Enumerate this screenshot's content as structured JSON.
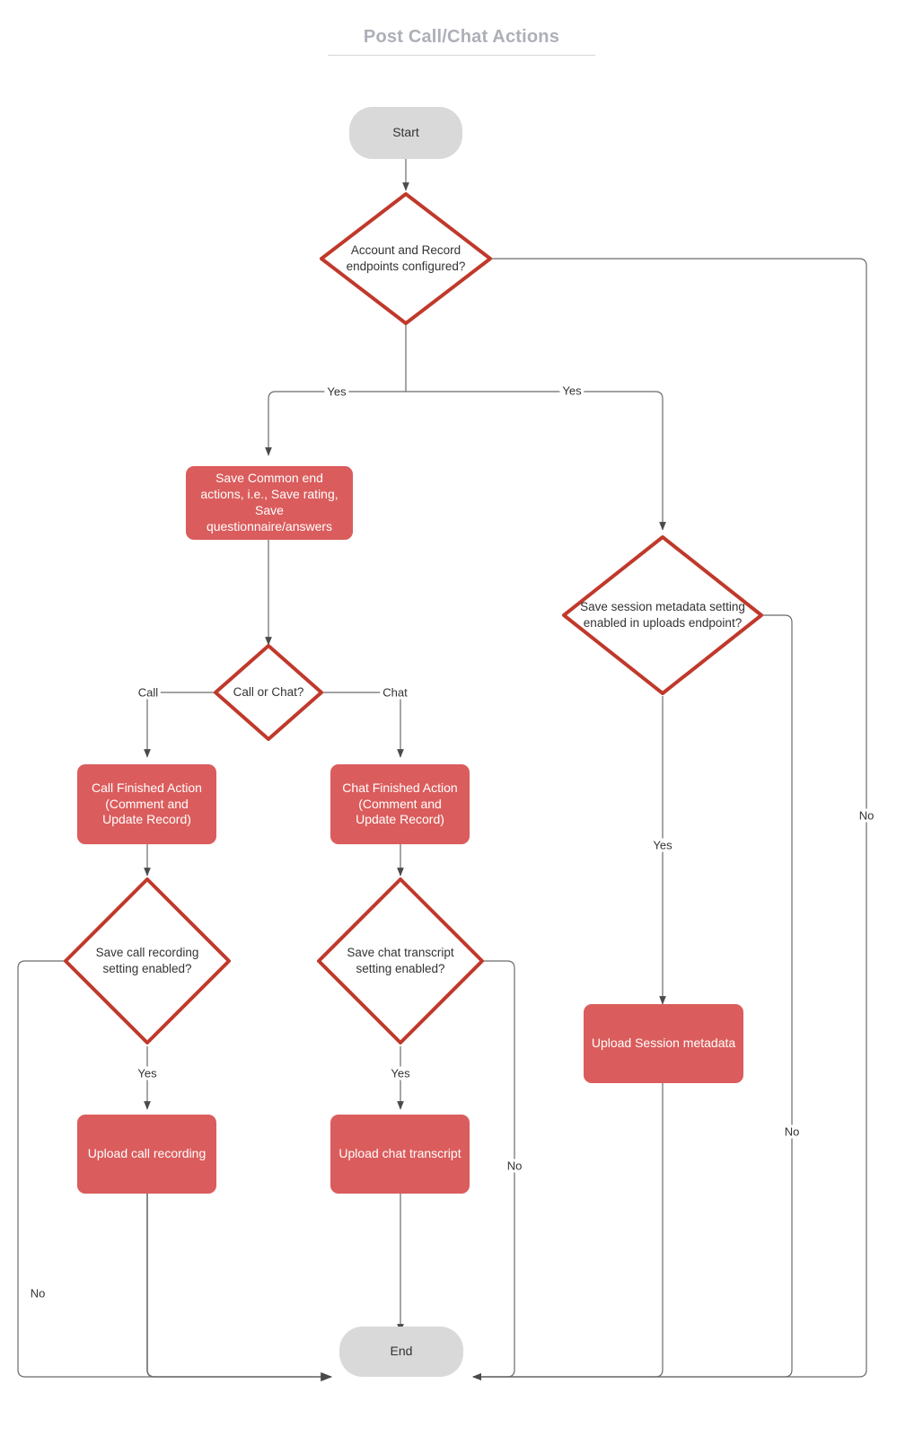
{
  "page": {
    "title": "Post Call/Chat Actions",
    "background": "#ffffff"
  },
  "colors": {
    "title": "#adafb8",
    "terminal_fill": "#d9d9d9",
    "process_fill": "#db5c5c",
    "decision_stroke": "#c0392b",
    "decision_fill": "#ffffff",
    "edge_stroke": "#6b6b6b",
    "text_dark": "#333333",
    "text_light": "#ffffff"
  },
  "chart_data": {
    "type": "diagram",
    "title": "Post Call/Chat Actions",
    "nodes": [
      {
        "id": "start",
        "shape": "terminal",
        "label": "Start"
      },
      {
        "id": "d_endpoints",
        "shape": "decision",
        "label": "Account and Record endpoints configured?"
      },
      {
        "id": "p_common",
        "shape": "process",
        "label": "Save Common end actions, i.e., Save rating, Save questionnaire/answers"
      },
      {
        "id": "d_callorchat",
        "shape": "decision",
        "label": "Call or Chat?"
      },
      {
        "id": "p_callfinished",
        "shape": "process",
        "label": "Call Finished Action (Comment and Update Record)"
      },
      {
        "id": "p_chatfinished",
        "shape": "process",
        "label": "Chat Finished Action (Comment and Update Record)"
      },
      {
        "id": "d_callrec",
        "shape": "decision",
        "label": "Save call recording setting enabled?"
      },
      {
        "id": "d_chattrans",
        "shape": "decision",
        "label": "Save chat transcript setting enabled?"
      },
      {
        "id": "p_uploadcall",
        "shape": "process",
        "label": "Upload call recording"
      },
      {
        "id": "p_uploadchat",
        "shape": "process",
        "label": "Upload chat transcript"
      },
      {
        "id": "d_sessionmeta",
        "shape": "decision",
        "label": "Save session metadata setting enabled in uploads endpoint?"
      },
      {
        "id": "p_uploadmeta",
        "shape": "process",
        "label": "Upload Session metadata"
      },
      {
        "id": "end",
        "shape": "terminal",
        "label": "End"
      }
    ],
    "edges": [
      {
        "from": "start",
        "to": "d_endpoints",
        "label": ""
      },
      {
        "from": "d_endpoints",
        "to": "p_common",
        "label": "Yes"
      },
      {
        "from": "d_endpoints",
        "to": "d_sessionmeta",
        "label": "Yes"
      },
      {
        "from": "d_endpoints",
        "to": "end",
        "label": "No"
      },
      {
        "from": "p_common",
        "to": "d_callorchat",
        "label": ""
      },
      {
        "from": "d_callorchat",
        "to": "p_callfinished",
        "label": "Call"
      },
      {
        "from": "d_callorchat",
        "to": "p_chatfinished",
        "label": "Chat"
      },
      {
        "from": "p_callfinished",
        "to": "d_callrec",
        "label": ""
      },
      {
        "from": "p_chatfinished",
        "to": "d_chattrans",
        "label": ""
      },
      {
        "from": "d_callrec",
        "to": "p_uploadcall",
        "label": "Yes"
      },
      {
        "from": "d_callrec",
        "to": "end",
        "label": "No"
      },
      {
        "from": "d_chattrans",
        "to": "p_uploadchat",
        "label": "Yes"
      },
      {
        "from": "d_chattrans",
        "to": "end",
        "label": "No"
      },
      {
        "from": "p_uploadcall",
        "to": "end",
        "label": ""
      },
      {
        "from": "p_uploadchat",
        "to": "end",
        "label": ""
      },
      {
        "from": "d_sessionmeta",
        "to": "p_uploadmeta",
        "label": "Yes"
      },
      {
        "from": "d_sessionmeta",
        "to": "end",
        "label": "No"
      },
      {
        "from": "p_uploadmeta",
        "to": "end",
        "label": ""
      }
    ]
  },
  "nodes": {
    "start": {
      "label": "Start"
    },
    "d_endpoints": {
      "label": "Account and Record endpoints configured?"
    },
    "p_common": {
      "label": "Save Common end actions, i.e., Save rating, Save questionnaire/answers"
    },
    "d_callorchat": {
      "label": "Call or Chat?"
    },
    "p_callfinished": {
      "label": "Call Finished Action (Comment and Update Record)"
    },
    "p_chatfinished": {
      "label": "Chat Finished Action (Comment and Update Record)"
    },
    "d_callrec": {
      "label": "Save call recording setting enabled?"
    },
    "d_chattrans": {
      "label": "Save chat transcript setting enabled?"
    },
    "p_uploadcall": {
      "label": "Upload call recording"
    },
    "p_uploadchat": {
      "label": "Upload chat transcript"
    },
    "d_sessionmeta": {
      "label": "Save session metadata setting enabled in uploads endpoint?"
    },
    "p_uploadmeta": {
      "label": "Upload Session metadata"
    },
    "end": {
      "label": "End"
    }
  },
  "edge_labels": {
    "yes_left": "Yes",
    "yes_right": "Yes",
    "no_far_right": "No",
    "call": "Call",
    "chat": "Chat",
    "yes_callrec": "Yes",
    "yes_chattrans": "Yes",
    "no_callrec": "No",
    "no_chattrans": "No",
    "yes_sessionmeta": "Yes",
    "no_sessionmeta": "No"
  }
}
